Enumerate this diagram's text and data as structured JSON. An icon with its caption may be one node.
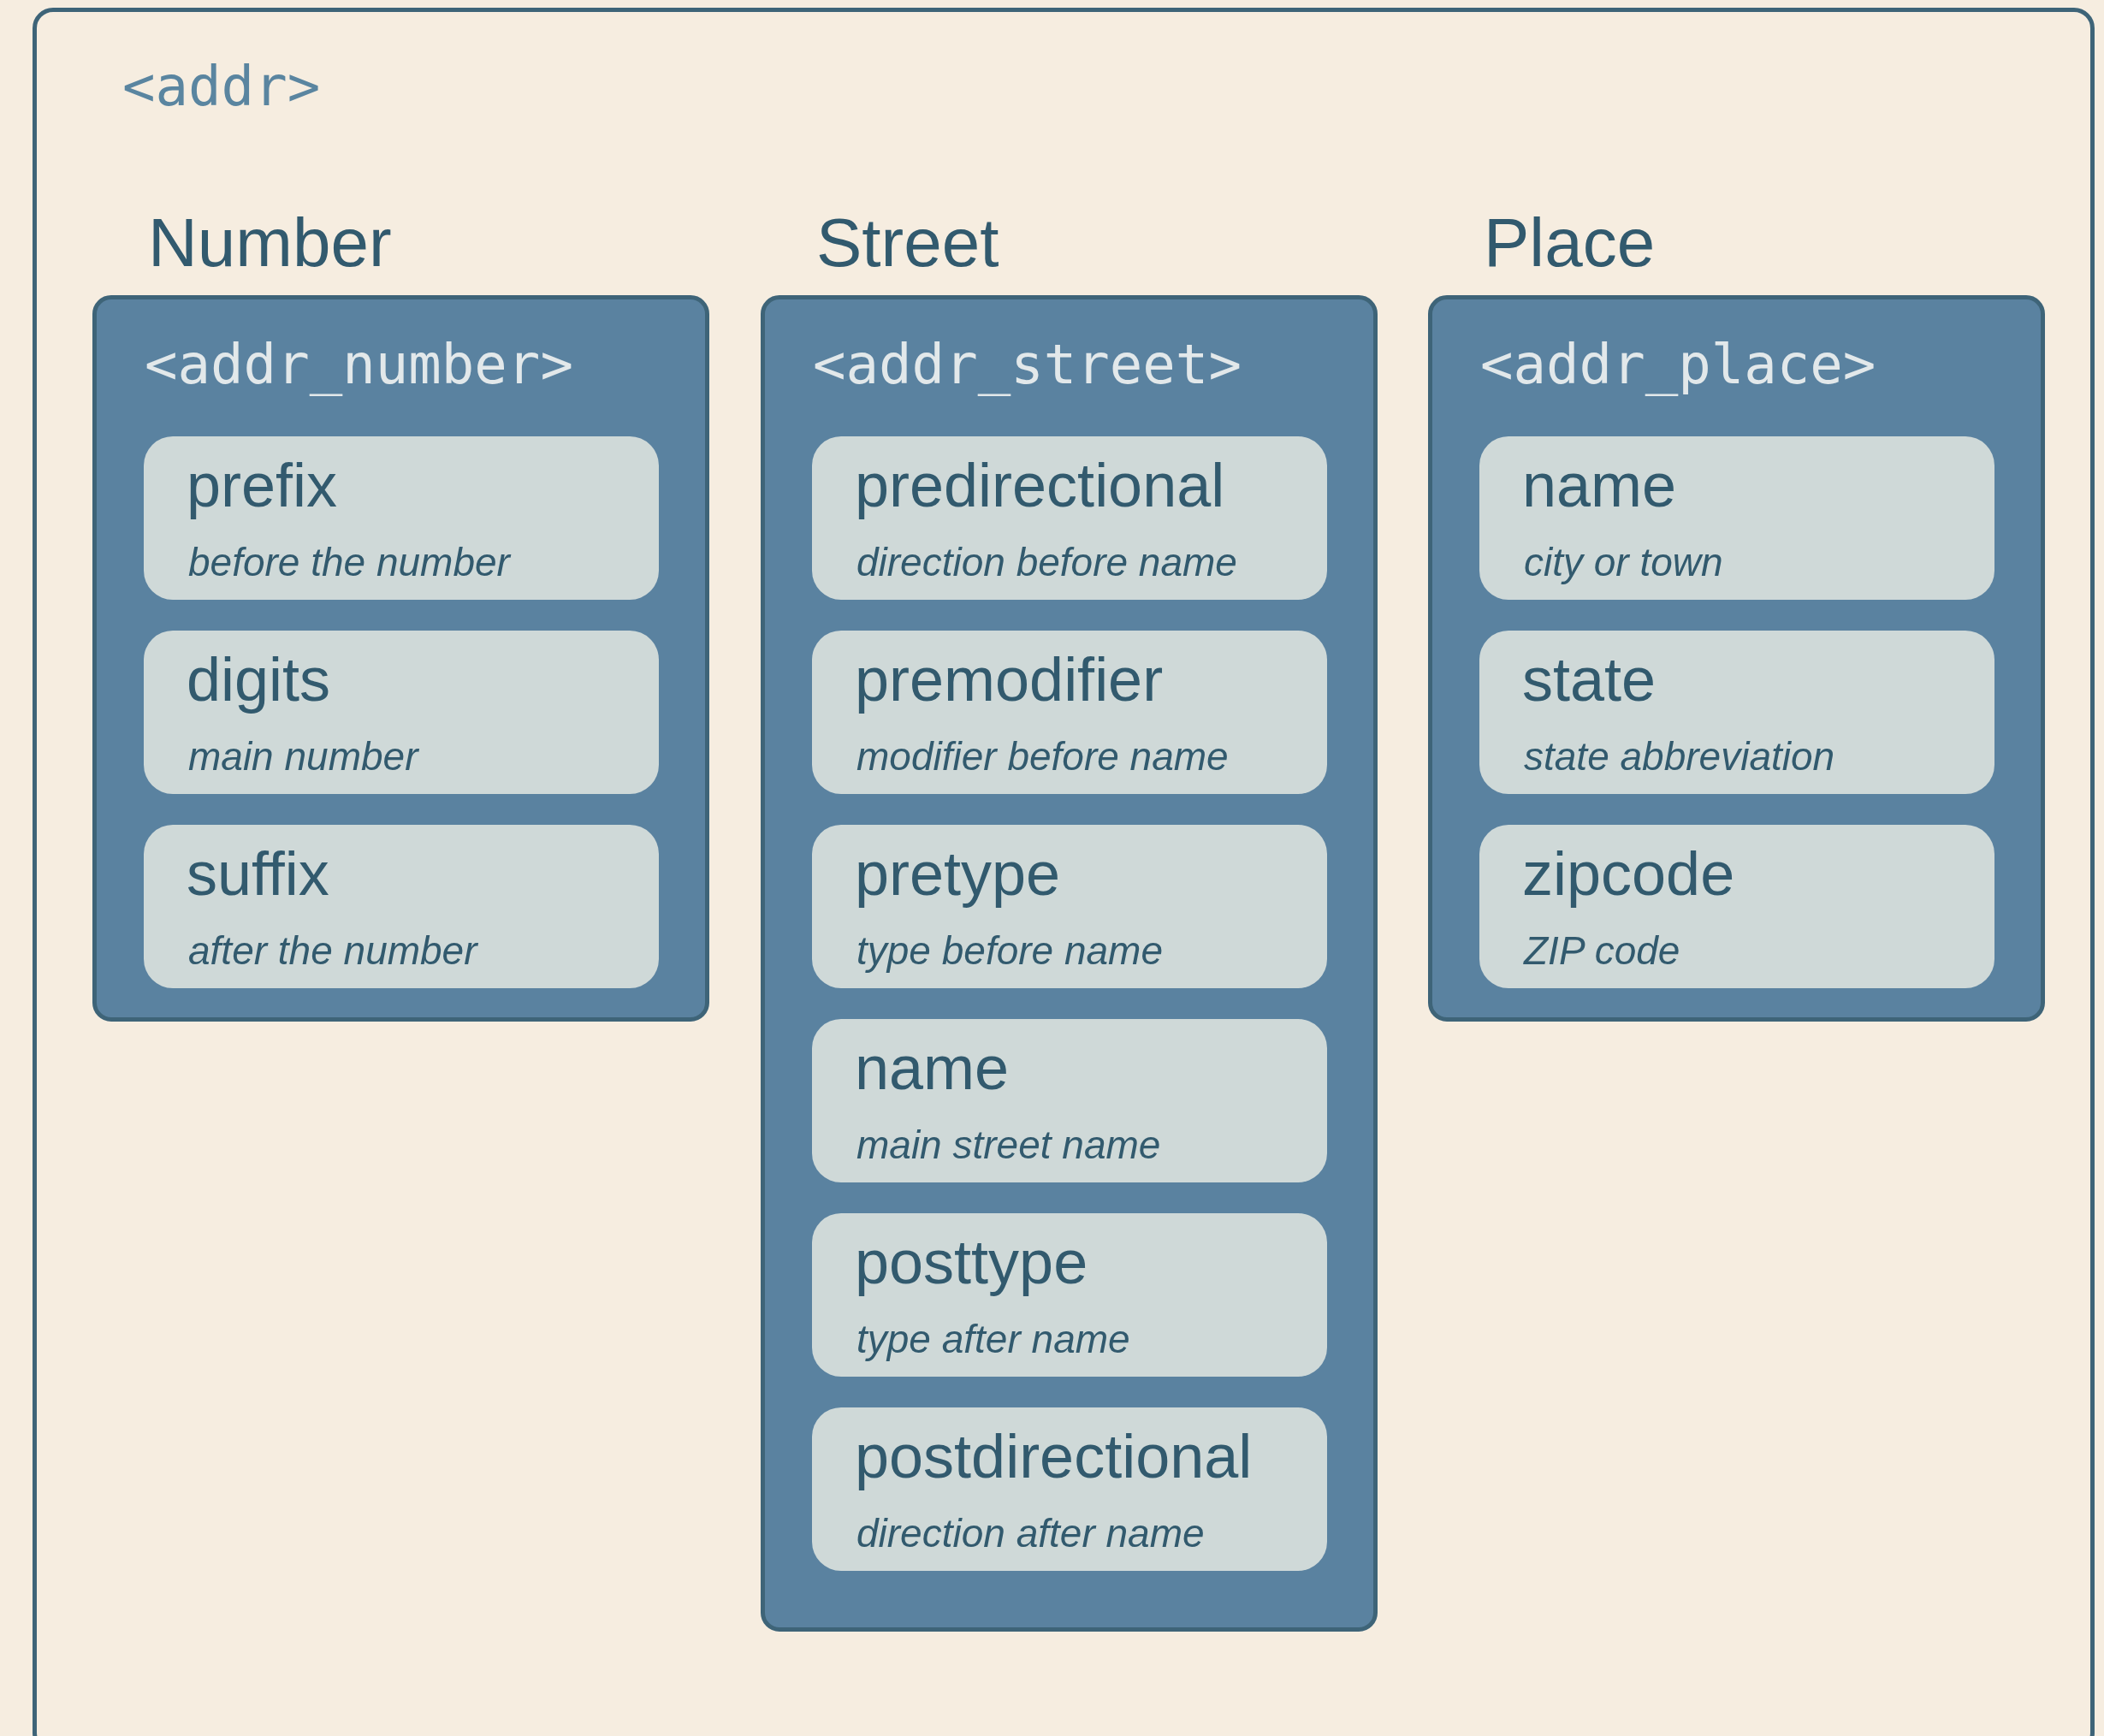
{
  "diagram": {
    "nodes": [
      {
        "text": [
          "<addr>"
        ]
      },
      {
        "text": [
          "Number",
          "<addr_number>"
        ],
        "in": 0
      },
      {
        "text": [
          "prefix",
          "before the number"
        ],
        "in": 1
      },
      {
        "text": [
          "digits",
          "main number"
        ],
        "in": 1
      },
      {
        "text": [
          "suffix",
          "after the number"
        ],
        "in": 1
      },
      {
        "text": [
          "Street",
          "<addr_street>"
        ],
        "in": 0
      },
      {
        "text": [
          "predirectional",
          "direction before name"
        ],
        "in": 5
      },
      {
        "text": [
          "premodifier",
          "modifier before name"
        ],
        "in": 5
      },
      {
        "text": [
          "pretype",
          "type before name"
        ],
        "in": 5
      },
      {
        "text": [
          "name",
          "main street name"
        ],
        "in": 5
      },
      {
        "text": [
          "posttype",
          "type after name"
        ],
        "in": 5
      },
      {
        "text": [
          "postdirectional",
          "direction after name"
        ],
        "in": 5
      },
      {
        "text": [
          "Place",
          "<addr_place>"
        ],
        "in": 0
      },
      {
        "text": [
          "name",
          "city or town"
        ],
        "in": 12
      },
      {
        "text": [
          "state",
          "state abbreviation"
        ],
        "in": 12
      },
      {
        "text": [
          "zipcode",
          "ZIP code"
        ],
        "in": 12
      }
    ],
    "edges": []
  }
}
